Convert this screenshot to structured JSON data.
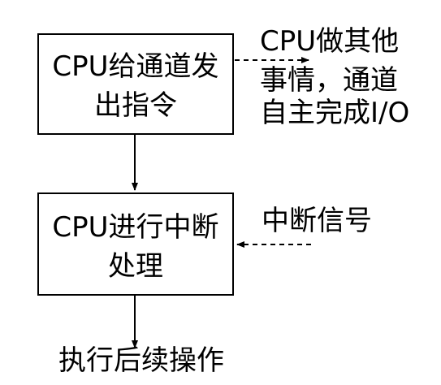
{
  "diagram": {
    "box1": {
      "line1": "CPU给通道发",
      "line2": "出指令"
    },
    "box2": {
      "line1": "CPU进行中断",
      "line2": "处理"
    },
    "side_note": {
      "line1": "CPU做其他",
      "line2": "事情，通道",
      "line3": "自主完成I/O"
    },
    "interrupt_label": "中断信号",
    "final_label": "执行后续操作"
  }
}
